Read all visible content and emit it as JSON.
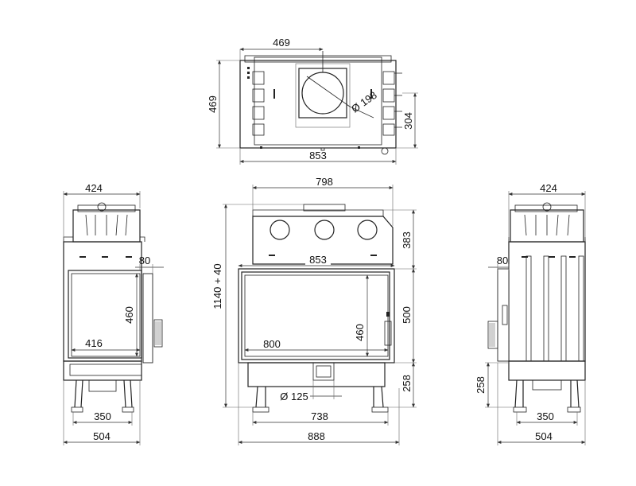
{
  "top_view": {
    "width_top": "469",
    "depth_left": "469",
    "flue_diameter": "Ø 198",
    "right_offset": "304",
    "width_bottom": "853"
  },
  "left_view": {
    "width_top": "424",
    "side_80": "80",
    "glass_height": "460",
    "glass_width": "416",
    "legs_width": "350",
    "base_width": "504"
  },
  "front_view": {
    "top_width": "798",
    "top_height": "383",
    "inner_width": "853",
    "total_height": "1140 + 40",
    "door_height": "500",
    "glass_height": "460",
    "glass_width": "800",
    "base_height": "258",
    "air_diameter": "Ø 125",
    "legs_width": "738",
    "base_width": "888"
  },
  "right_view": {
    "width_top": "424",
    "side_80": "80",
    "base_height": "258",
    "legs_width": "350",
    "base_width": "504"
  }
}
